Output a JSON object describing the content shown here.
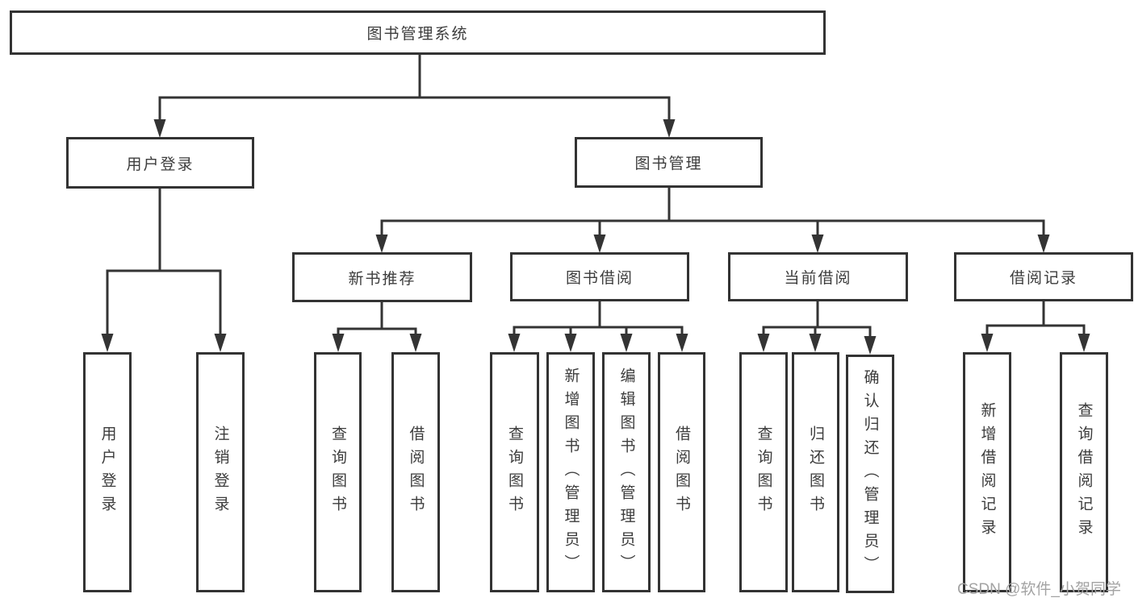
{
  "tree": {
    "label": "图书管理系统",
    "children": [
      {
        "label": "用户登录",
        "children": [
          {
            "label": "用户登录"
          },
          {
            "label": "注销登录"
          }
        ]
      },
      {
        "label": "图书管理",
        "children": [
          {
            "label": "新书推荐",
            "children": [
              {
                "label": "查询图书"
              },
              {
                "label": "借阅图书"
              }
            ]
          },
          {
            "label": "图书借阅",
            "children": [
              {
                "label": "查询图书"
              },
              {
                "label": "新增图书（管理员）"
              },
              {
                "label": "编辑图书（管理员）"
              },
              {
                "label": "借阅图书"
              }
            ]
          },
          {
            "label": "当前借阅",
            "children": [
              {
                "label": "查询图书"
              },
              {
                "label": "归还图书"
              },
              {
                "label": "确认归还（管理员）"
              }
            ]
          },
          {
            "label": "借阅记录",
            "children": [
              {
                "label": "新增借阅记录"
              },
              {
                "label": "查询借阅记录"
              }
            ]
          }
        ]
      }
    ]
  },
  "watermark": {
    "text": "CSDN @软件_小贺同学"
  },
  "colors": {
    "line": "#343434",
    "box_border": "#333333",
    "text": "#3c3c3c",
    "watermark": "#a3a3a3",
    "background": "#ffffff"
  }
}
